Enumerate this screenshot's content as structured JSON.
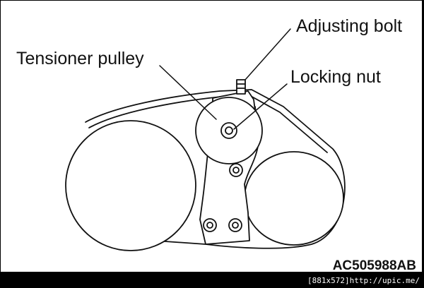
{
  "diagram": {
    "labels": {
      "adjusting_bolt": "Adjusting bolt",
      "tensioner_pulley": "Tensioner pulley",
      "locking_nut": "Locking nut"
    },
    "figure_code": "AC505988AB"
  },
  "watermark": {
    "size": "[881x572]",
    "url": "http://upic.me/"
  }
}
